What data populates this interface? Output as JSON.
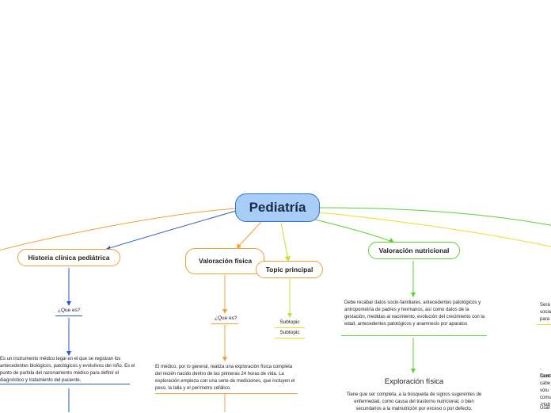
{
  "central_topic": "Pediatría",
  "branches": {
    "historia": {
      "title": "Historia clínica pediátrica",
      "question": "¿Que es?",
      "description": "Es un instrumento médico legal en el que se registran los antecedentes biológicos, patológicos y evolutivos del niño. Es el punto de partida del razonamiento médico para definir el diagnóstico y tratamiento del paciente."
    },
    "valoracion_fisica": {
      "title": "Valoración física",
      "question": "¿Que es?",
      "description": "El médico, por lo general, realiza una exploración física completa del recién nacido dentro de las primeras 24 horas de vida. La exploración empieza con una serie de mediciones, que incluyen el peso, la talla y el perímetro cefálico."
    },
    "topic_principal": {
      "title": "Topic principal",
      "subtopics": [
        "Subtopic",
        "Subtopic"
      ]
    },
    "valoracion_nutricional": {
      "title": "Valoración nutricional",
      "description": "Debe recabar datos socio-familiares, antecedentes patológicos y antropometría de padres y hermanos, así como datos de la gestación, medidas al nacimiento, evolución del crecimiento con la edad, antecedentes patológicos y anamnesis por aparatos",
      "subtitle": "Exploración física",
      "sub_description": "Tiene que ser completa, a la búsqueda de signos sugerentes de enfermedad, como causa del trastorno nutricional, o bien secundarios a la malnutrición por exceso o por defecto."
    }
  },
  "right_edge_fragments": [
    "Será",
    "socia",
    "para",
    "-Com",
    "Tamb",
    "cabe",
    "volu",
    "comu",
    "-Hab",
    "Usar"
  ],
  "colors": {
    "central_fill": "#a8cdf7",
    "central_border": "#2f6fd6",
    "orange": "#f0a030",
    "blue": "#2a5bc9",
    "green": "#5ed12c",
    "yellow": "#e8e02a"
  }
}
